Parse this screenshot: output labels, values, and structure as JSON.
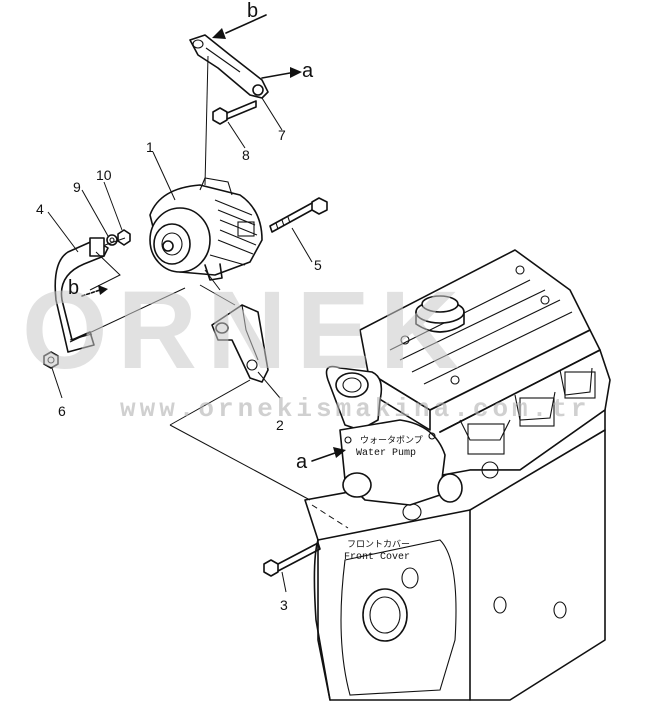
{
  "callouts": {
    "c1": "1",
    "c2": "2",
    "c3": "3",
    "c4": "4",
    "c5": "5",
    "c6": "6",
    "c7": "7",
    "c8": "8",
    "c9": "9",
    "c10": "10"
  },
  "arrows": {
    "a_top": "a",
    "a_mid": "a",
    "b_top": "b",
    "b_mid": "b"
  },
  "labels": {
    "water_pump_jp": "ウォータポンプ",
    "water_pump_en": "Water Pump",
    "front_cover_jp": "フロントカバー",
    "front_cover_en": "Front Cover"
  },
  "watermark": {
    "brand": "ORNEK",
    "url": "www.ornekismakina.com.tr"
  },
  "colors": {
    "line": "#111111",
    "watermark": "#c8c8c8",
    "background": "#ffffff"
  }
}
